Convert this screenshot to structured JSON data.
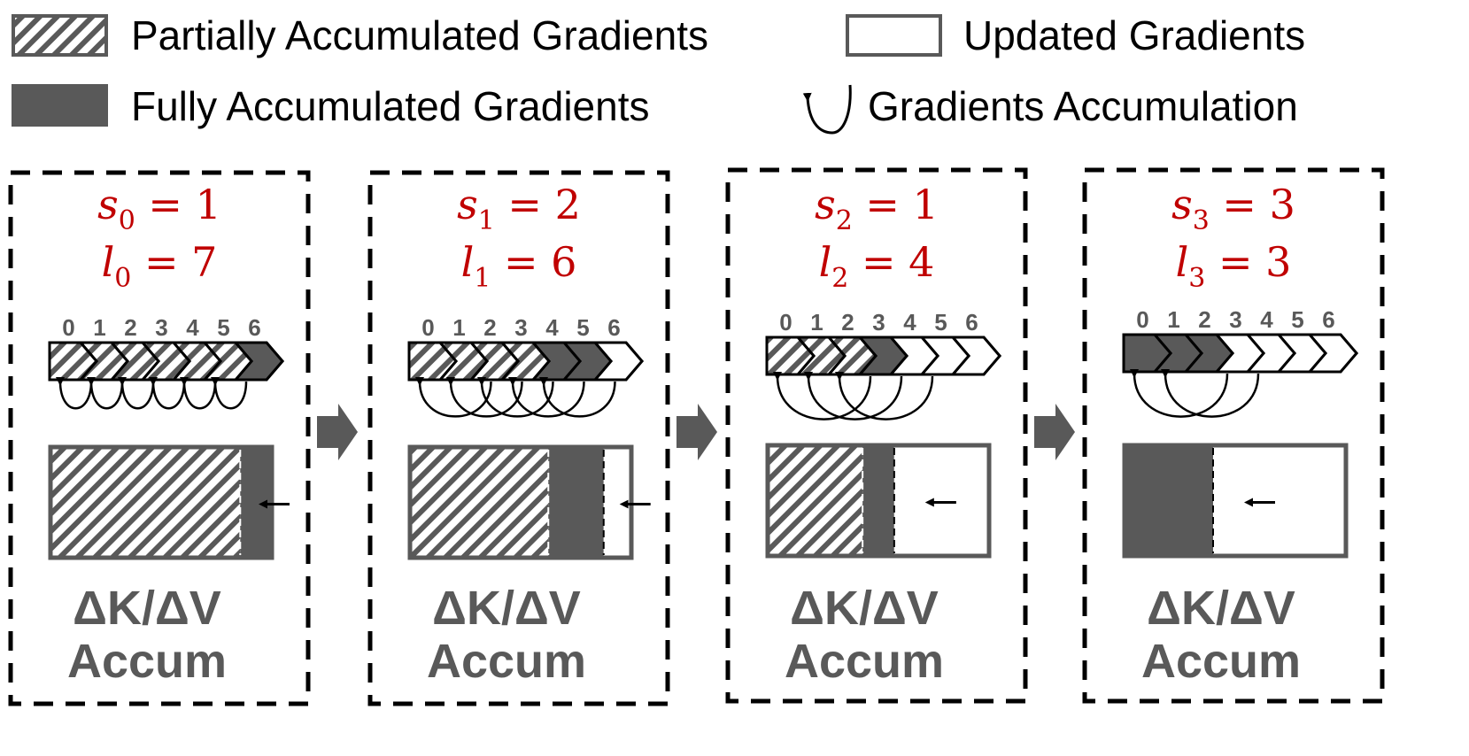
{
  "legend": {
    "partial": "Partially Accumulated Gradients",
    "updated": "Updated Gradients",
    "full": "Fully Accumulated Gradients",
    "accumulation": "Gradients Accumulation"
  },
  "colors": {
    "dark": "#595959",
    "accent": "#c00000",
    "line": "#000000"
  },
  "panels": [
    {
      "s_var": "s",
      "s_sub": "0",
      "s_val": "1",
      "l_var": "l",
      "l_sub": "0",
      "l_val": "7",
      "states": [
        "partial",
        "partial",
        "partial",
        "partial",
        "partial",
        "partial",
        "full"
      ],
      "arcs": 6,
      "bar": [
        6,
        1,
        0
      ],
      "label1": "ΔK/ΔV",
      "label2": "Accum"
    },
    {
      "s_var": "s",
      "s_sub": "1",
      "s_val": "2",
      "l_var": "l",
      "l_sub": "1",
      "l_val": "6",
      "states": [
        "partial",
        "partial",
        "partial",
        "partial",
        "full",
        "full",
        "updated"
      ],
      "arcs": 5,
      "bar": [
        5,
        2,
        1
      ],
      "label1": "ΔK/ΔV",
      "label2": "Accum"
    },
    {
      "s_var": "s",
      "s_sub": "2",
      "s_val": "1",
      "l_var": "l",
      "l_sub": "2",
      "l_val": "4",
      "states": [
        "partial",
        "partial",
        "partial",
        "full",
        "updated",
        "updated",
        "updated"
      ],
      "arcs": 3,
      "bar": [
        3,
        1,
        3
      ],
      "label1": "ΔK/ΔV",
      "label2": "Accum"
    },
    {
      "s_var": "s",
      "s_sub": "3",
      "s_val": "3",
      "l_var": "l",
      "l_sub": "3",
      "l_val": "3",
      "states": [
        "full",
        "full",
        "full",
        "updated",
        "updated",
        "updated",
        "updated"
      ],
      "arcs": 2,
      "bar": [
        0,
        2,
        3
      ],
      "label1": "ΔK/ΔV",
      "label2": "Accum"
    }
  ],
  "indices": [
    "0",
    "1",
    "2",
    "3",
    "4",
    "5",
    "6"
  ]
}
